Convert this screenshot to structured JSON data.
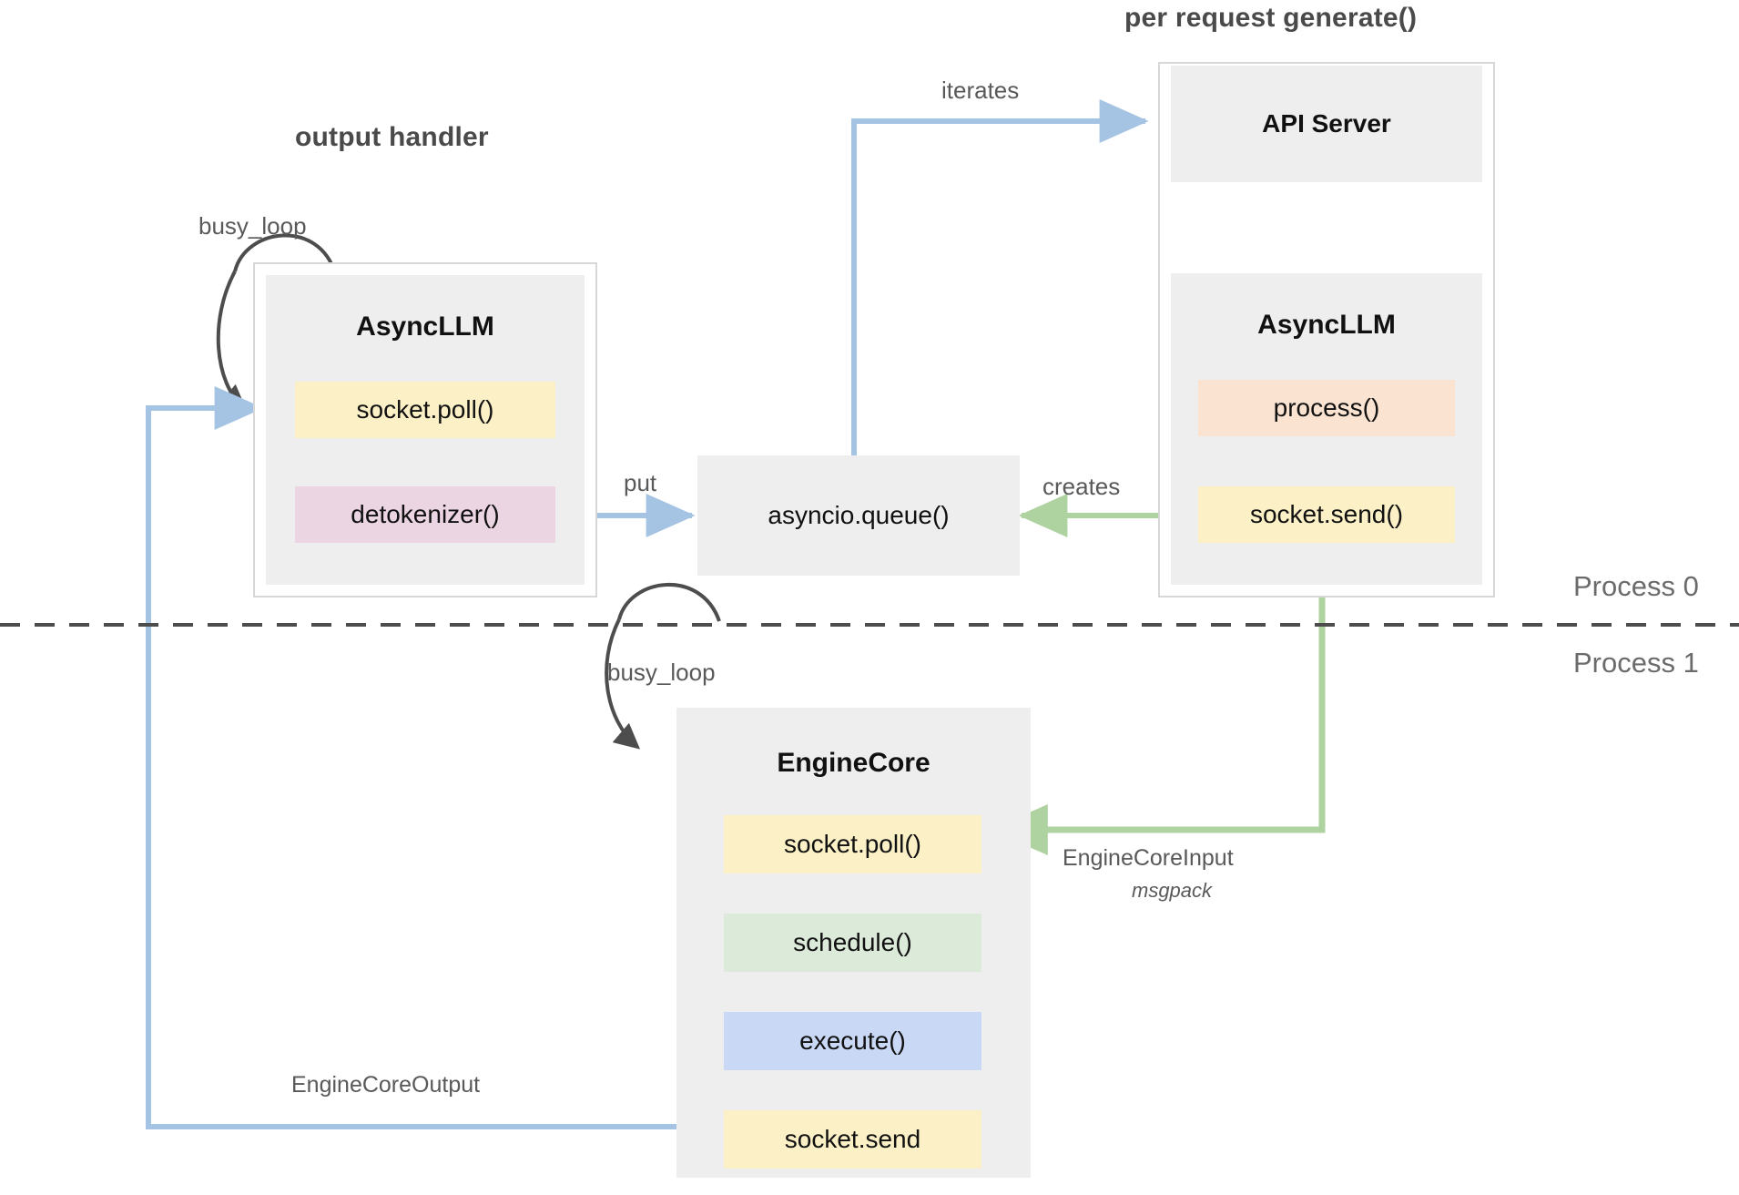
{
  "diagram": {
    "title_output_handler": "output handler",
    "title_per_request": "per request generate()",
    "process_top": "Process 0",
    "process_bottom": "Process 1"
  },
  "groups": [
    {
      "id": "output-handler",
      "label": "output handler"
    },
    {
      "id": "per-request-generate",
      "label": "per request generate()"
    }
  ],
  "nodes": {
    "async_llm_left": {
      "title": "AsyncLLM",
      "slots": [
        {
          "label": "socket.poll()",
          "color": "#fbf0c6"
        },
        {
          "label": "detokenizer()",
          "color": "#ecd5e3"
        }
      ]
    },
    "asyncio_queue": {
      "title": "asyncio.queue()"
    },
    "api_server": {
      "title": "API Server"
    },
    "async_llm_right": {
      "title": "AsyncLLM",
      "slots": [
        {
          "label": "process()",
          "color": "#fae3d0"
        },
        {
          "label": "socket.send()",
          "color": "#fbf0c6"
        }
      ]
    },
    "engine_core": {
      "title": "EngineCore",
      "slots": [
        {
          "label": "socket.poll()",
          "color": "#fbf0c6"
        },
        {
          "label": "schedule()",
          "color": "#dceada"
        },
        {
          "label": "execute()",
          "color": "#c9d8f5"
        },
        {
          "label": "socket.send",
          "color": "#fbf0c6"
        }
      ]
    }
  },
  "edges": [
    {
      "id": "busy-loop-left",
      "label": "busy_loop",
      "color": "#4d4d4d"
    },
    {
      "id": "busy-loop-engine",
      "label": "busy_loop",
      "color": "#4d4d4d"
    },
    {
      "id": "iterates",
      "label": "iterates",
      "color": "#a5c3e3"
    },
    {
      "id": "put",
      "label": "put",
      "color": "#a5c3e3"
    },
    {
      "id": "creates",
      "label": "creates",
      "color": "#aed3a0"
    },
    {
      "id": "engine-core-input",
      "label": "EngineCoreInput",
      "sub": "msgpack",
      "color": "#aed3a0"
    },
    {
      "id": "engine-core-output",
      "label": "EngineCoreOutput",
      "color": "#a5c3e3"
    }
  ],
  "colors": {
    "blue_wire": "#a5c3e3",
    "green_wire": "#aed3a0",
    "dark_wire": "#4d4d4d",
    "node_bg": "#eeeeee",
    "frame_border": "#d7d7d7",
    "yellow": "#fbf0c6",
    "pink": "#ecd5e3",
    "peach": "#fae3d0",
    "green": "#dceada",
    "blue": "#c9d8f5",
    "title_gray": "#4a4a4a",
    "process_gray": "#6b6b6b"
  }
}
